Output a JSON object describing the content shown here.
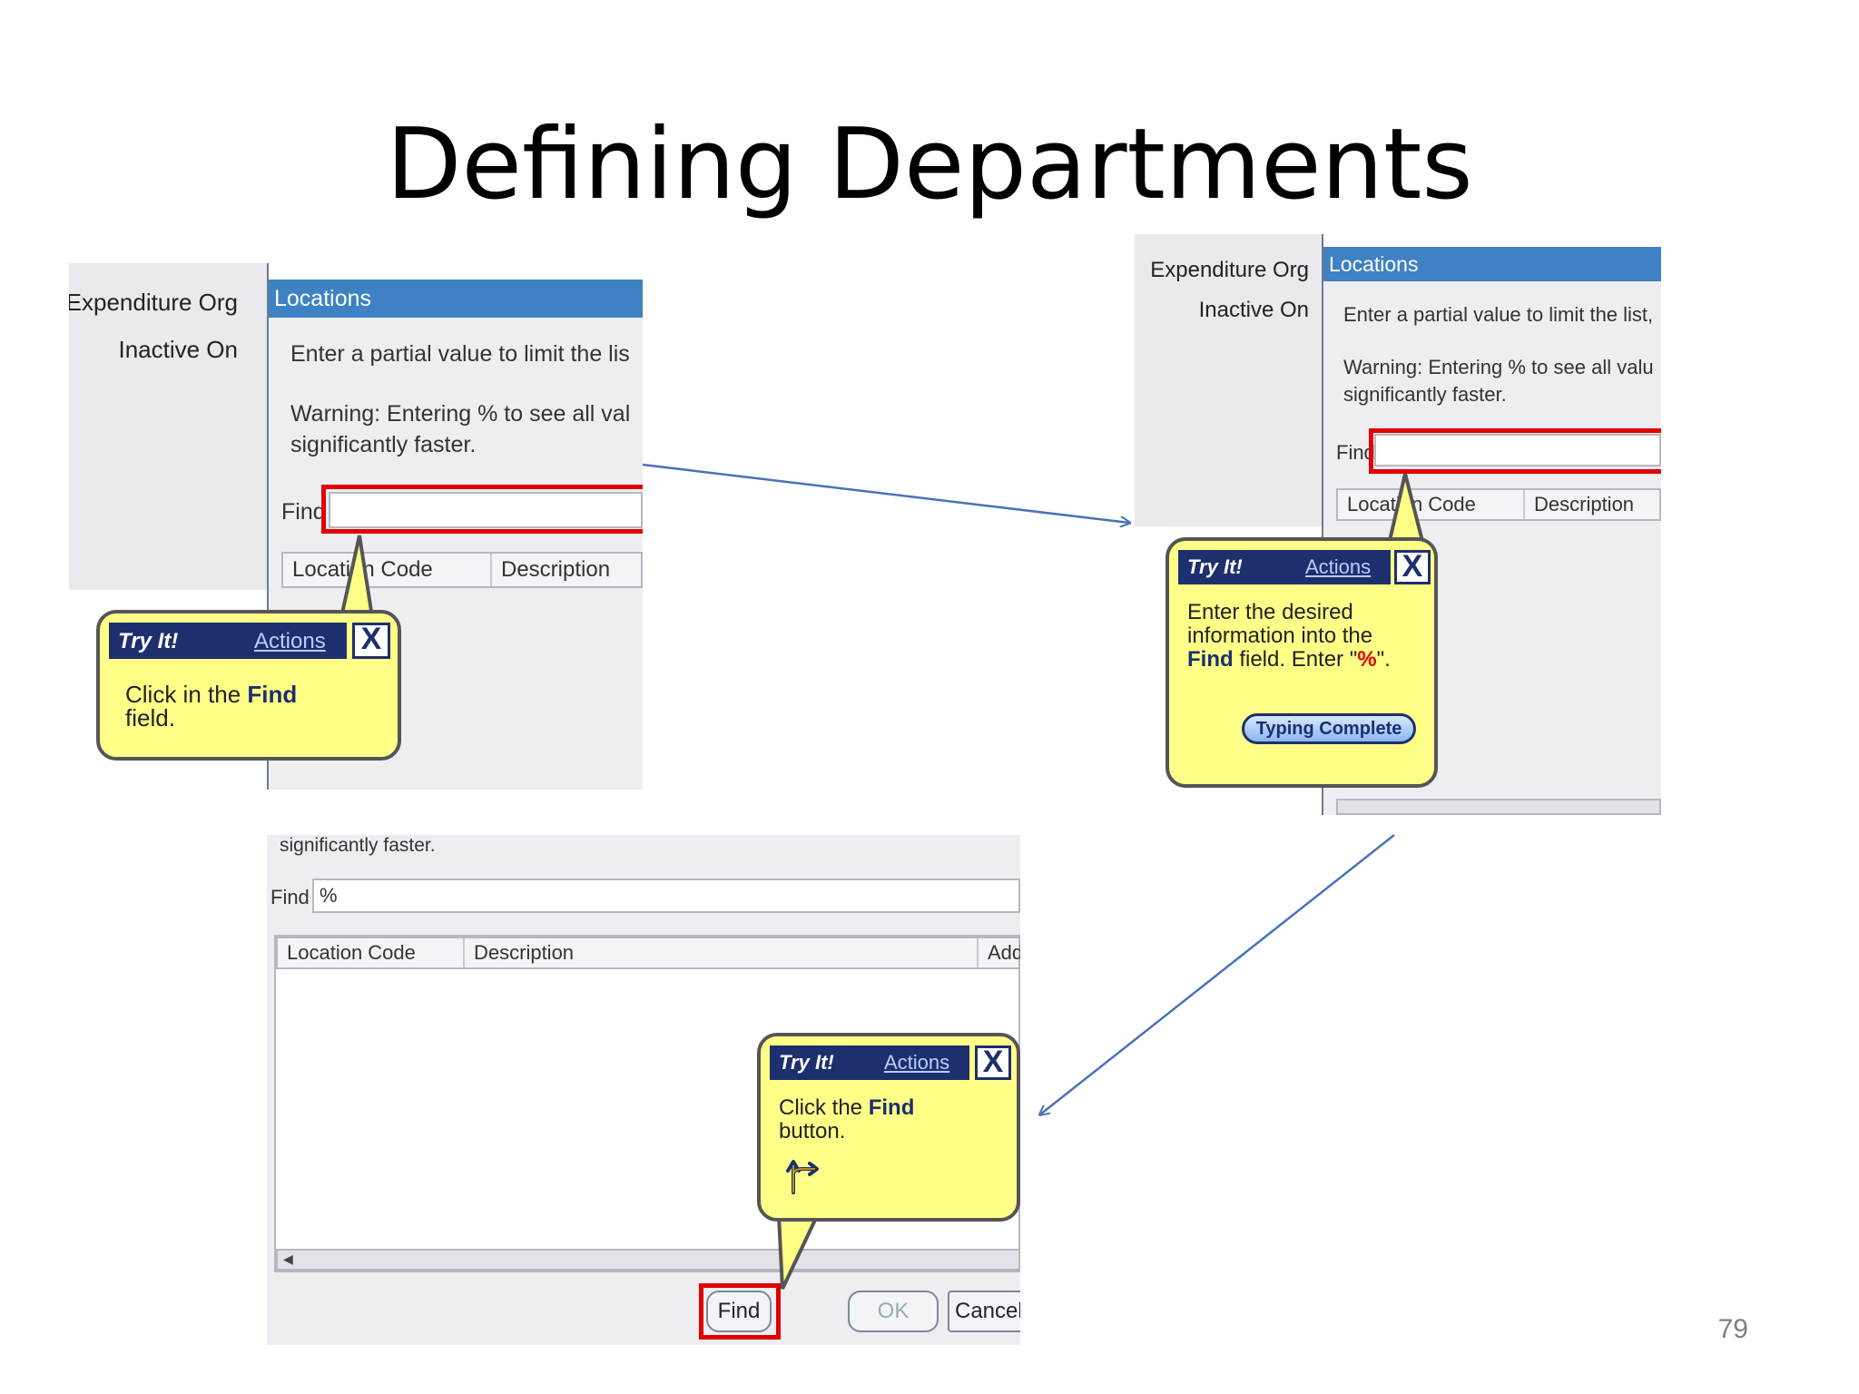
{
  "slide": {
    "title": "Defining Departments",
    "page_number": "79"
  },
  "shot1": {
    "labels": [
      "Expenditure Org",
      "Inactive On"
    ],
    "dialog_title": "Locations",
    "instruction": "Enter a partial value to limit the lis",
    "warning_line1": "Warning: Entering % to see all val",
    "warning_line2": "significantly faster.",
    "find_label": "Find",
    "columns": [
      "Location Code",
      "Description"
    ],
    "bubble": {
      "tryit": "Try It!",
      "actions": "Actions",
      "close": "X",
      "text_pre": "Click in the ",
      "text_bold": "Find",
      "text_post": "field."
    }
  },
  "shot2": {
    "labels": [
      "Expenditure Org",
      "Inactive On"
    ],
    "dialog_title": "Locations",
    "instruction": "Enter a partial value to limit the list,",
    "warning_line1": "Warning: Entering % to see all valu",
    "warning_line2": "significantly faster.",
    "find_label": "Find",
    "columns": [
      "Location Code",
      "Description"
    ],
    "bubble": {
      "tryit": "Try It!",
      "actions": "Actions",
      "close": "X",
      "line1": "Enter the desired",
      "line2": "information into the",
      "text_bold": "Find",
      "text_mid": " field. Enter \"",
      "pct": "%",
      "text_end": "\".",
      "button": "Typing Complete"
    }
  },
  "shot3": {
    "top_text": "significantly faster.",
    "find_label": "Find",
    "find_value": "%",
    "columns": [
      "Location Code",
      "Description",
      "Add"
    ],
    "bubble": {
      "tryit": "Try It!",
      "actions": "Actions",
      "close": "X",
      "text_pre": "Click the ",
      "text_bold": "Find",
      "text_post": "button."
    },
    "buttons": {
      "find": "Find",
      "ok": "OK",
      "cancel": "Cancel"
    }
  },
  "colors": {
    "title_bar": "#3e82c4",
    "highlight": "#e00000",
    "bubble": "#ffff88",
    "bubble_header": "#1e2f6e",
    "arrow": "#4a72b8"
  }
}
